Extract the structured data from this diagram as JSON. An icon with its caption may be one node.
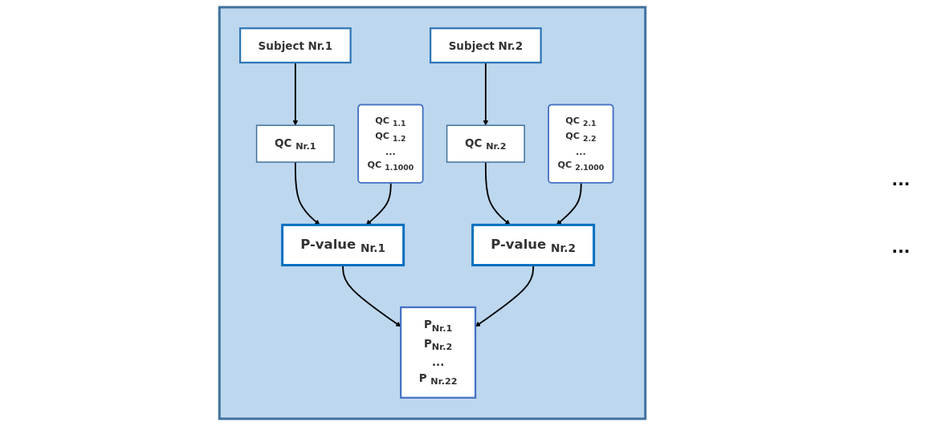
{
  "diagram": {
    "nodes": [
      {
        "text": [],
        "shape": "box"
      },
      {
        "text": [
          "Subject Nr.1"
        ],
        "in": 0
      },
      {
        "text": [
          "QC $_{Nr.1}$"
        ],
        "in": 0
      },
      {
        "text": [
          "QC $_{1.1}$",
          "QC $_{1.2}$",
          "...",
          "QC $_{1.1000}$"
        ],
        "in": 0
      },
      {
        "text": [
          "P-value $_{Nr.1}$"
        ],
        "in": 0
      },
      {
        "text": [
          "Subject Nr.2"
        ],
        "in": 0
      },
      {
        "text": [
          "QC $_{Nr.2}$"
        ],
        "in": 0
      },
      {
        "text": [
          "QC $_{2.1}$",
          "QC $_{2.2}$",
          "...",
          "QC $_{2.1000}$"
        ],
        "in": 0
      },
      {
        "text": [
          "P-value $_{Nr.2}$"
        ],
        "in": 0
      },
      {
        "text": [
          "P$_{Nr.1}$",
          "P$_{Nr.2}$",
          "...",
          "P $_{Nr.22}$"
        ],
        "in": 0
      }
    ],
    "edges": [
      {
        "from": 1,
        "to": 2,
        "arrow": "to"
      },
      {
        "from": 2,
        "to": 4,
        "arrow": "to"
      },
      {
        "from": 3,
        "to": 4,
        "arrow": "to"
      },
      {
        "from": 4,
        "to": 9,
        "arrow": "to"
      },
      {
        "from": 5,
        "to": 6,
        "arrow": "to"
      },
      {
        "from": 6,
        "to": 8,
        "arrow": "to"
      },
      {
        "from": 7,
        "to": 8,
        "arrow": "to"
      },
      {
        "from": 8,
        "to": 9,
        "arrow": "to"
      }
    ],
    "labels": [
      "...",
      "..."
    ]
  }
}
